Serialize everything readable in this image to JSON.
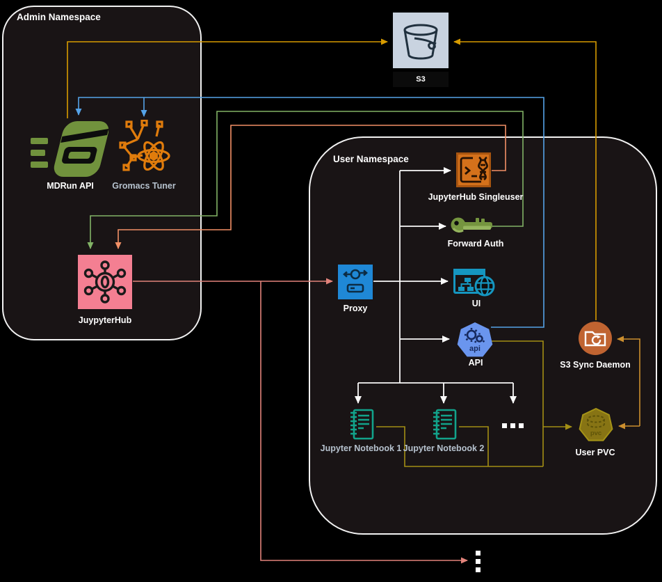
{
  "diagram": {
    "admin_namespace": {
      "label": "Admin Namespace"
    },
    "user_namespace": {
      "label": "User Namespace"
    },
    "nodes": {
      "s3": {
        "label": "S3",
        "icon": "s3-bucket-icon"
      },
      "mdrun": {
        "label": "MDRun API",
        "icon": "mdrun-logo-icon"
      },
      "gromacs": {
        "label": "Gromacs Tuner",
        "icon": "molecule-atom-icon"
      },
      "hub": {
        "label": "JuypyterHub",
        "icon": "hub-network-icon"
      },
      "singleuser": {
        "label": "JupyterHub Singleuser",
        "icon": "terminal-dna-icon"
      },
      "forward_auth": {
        "label": "Forward Auth",
        "icon": "key-icon"
      },
      "proxy": {
        "label": "Proxy",
        "icon": "proxy-arrows-icon"
      },
      "ui": {
        "label": "UI",
        "icon": "browser-globe-icon"
      },
      "api": {
        "label": "API",
        "icon": "k8s-api-heptagon-icon"
      },
      "notebook1": {
        "label": "Jupyter Notebook 1",
        "icon": "notebook-icon"
      },
      "notebook2": {
        "label": "Jupyter Notebook 2",
        "icon": "notebook-icon"
      },
      "daemon": {
        "label": "S3 Sync Daemon",
        "icon": "folder-sync-icon"
      },
      "pvc": {
        "label": "User PVC",
        "icon": "pvc-heptagon-icon"
      },
      "more_notebooks": {
        "label": "...",
        "icon": "ellipsis-horizontal"
      },
      "more_services": {
        "label": "⋮",
        "icon": "ellipsis-vertical"
      }
    },
    "edges": [
      {
        "from": "mdrun",
        "to": "s3",
        "color_name": "orange"
      },
      {
        "from": "daemon",
        "to": "s3",
        "color_name": "orange"
      },
      {
        "from": "api",
        "to": "mdrun",
        "color_name": "blue"
      },
      {
        "from": "api",
        "to": "gromacs",
        "color_name": "blue"
      },
      {
        "from": "forward_auth",
        "to": "hub",
        "color_name": "green"
      },
      {
        "from": "singleuser",
        "to": "hub",
        "color_name": "salmon"
      },
      {
        "from": "hub",
        "to": "proxy",
        "color_name": "red"
      },
      {
        "from": "hub",
        "to": "more_services",
        "color_name": "red"
      },
      {
        "from": "proxy",
        "to": "singleuser",
        "color_name": "white"
      },
      {
        "from": "proxy",
        "to": "forward_auth",
        "color_name": "white"
      },
      {
        "from": "proxy",
        "to": "ui",
        "color_name": "white"
      },
      {
        "from": "proxy",
        "to": "api",
        "color_name": "white"
      },
      {
        "from": "proxy",
        "to": "notebook1",
        "color_name": "white"
      },
      {
        "from": "proxy",
        "to": "notebook2",
        "color_name": "white"
      },
      {
        "from": "proxy",
        "to": "more_notebooks",
        "color_name": "white"
      },
      {
        "from": "notebook1",
        "to": "pvc",
        "color_name": "yellow"
      },
      {
        "from": "notebook2",
        "to": "pvc",
        "color_name": "yellow"
      },
      {
        "from": "api",
        "to": "pvc",
        "color_name": "yellow"
      },
      {
        "from": "daemon",
        "to": "pvc",
        "color_name": "ochre",
        "bidirectional": true
      }
    ]
  },
  "colors": {
    "background": "#000000",
    "namespace_fill": "#191415",
    "namespace_border": "#f2f2f2",
    "orange": "#d79b00",
    "blue": "#55a3e8",
    "green": "#82b366",
    "salmon": "#f29066",
    "red": "#e2837b",
    "white": "#fafafa",
    "yellow": "#a38f15",
    "ochre": "#cc8f2e",
    "s3_box": "#c9d3e0",
    "bucket_dark": "#20303e",
    "mdrun_green": "#71923d",
    "gromacs_orange": "#e07c0c",
    "hub_pink": "#f47f92",
    "hub_dark": "#1a1a1a",
    "singleuser_orange": "#d4711b",
    "singleuser_border": "#a85510",
    "singleuser_dark": "#241103",
    "key_green": "#75953f",
    "key_light": "#96b55f",
    "proxy_blue": "#1f88d6",
    "proxy_dark": "#0c2c44",
    "ui_teal": "#1596c0",
    "api_blue": "#6a95ee",
    "api_dark": "#16295e",
    "notebook_teal": "#12a38b",
    "daemon_orange": "#c06431",
    "pvc_olive": "#877414",
    "pvc_stroke": "#a59317",
    "pvc_dark": "#5f5409",
    "label_white": "#ffffff",
    "label_dim": "#b6c2ce"
  }
}
